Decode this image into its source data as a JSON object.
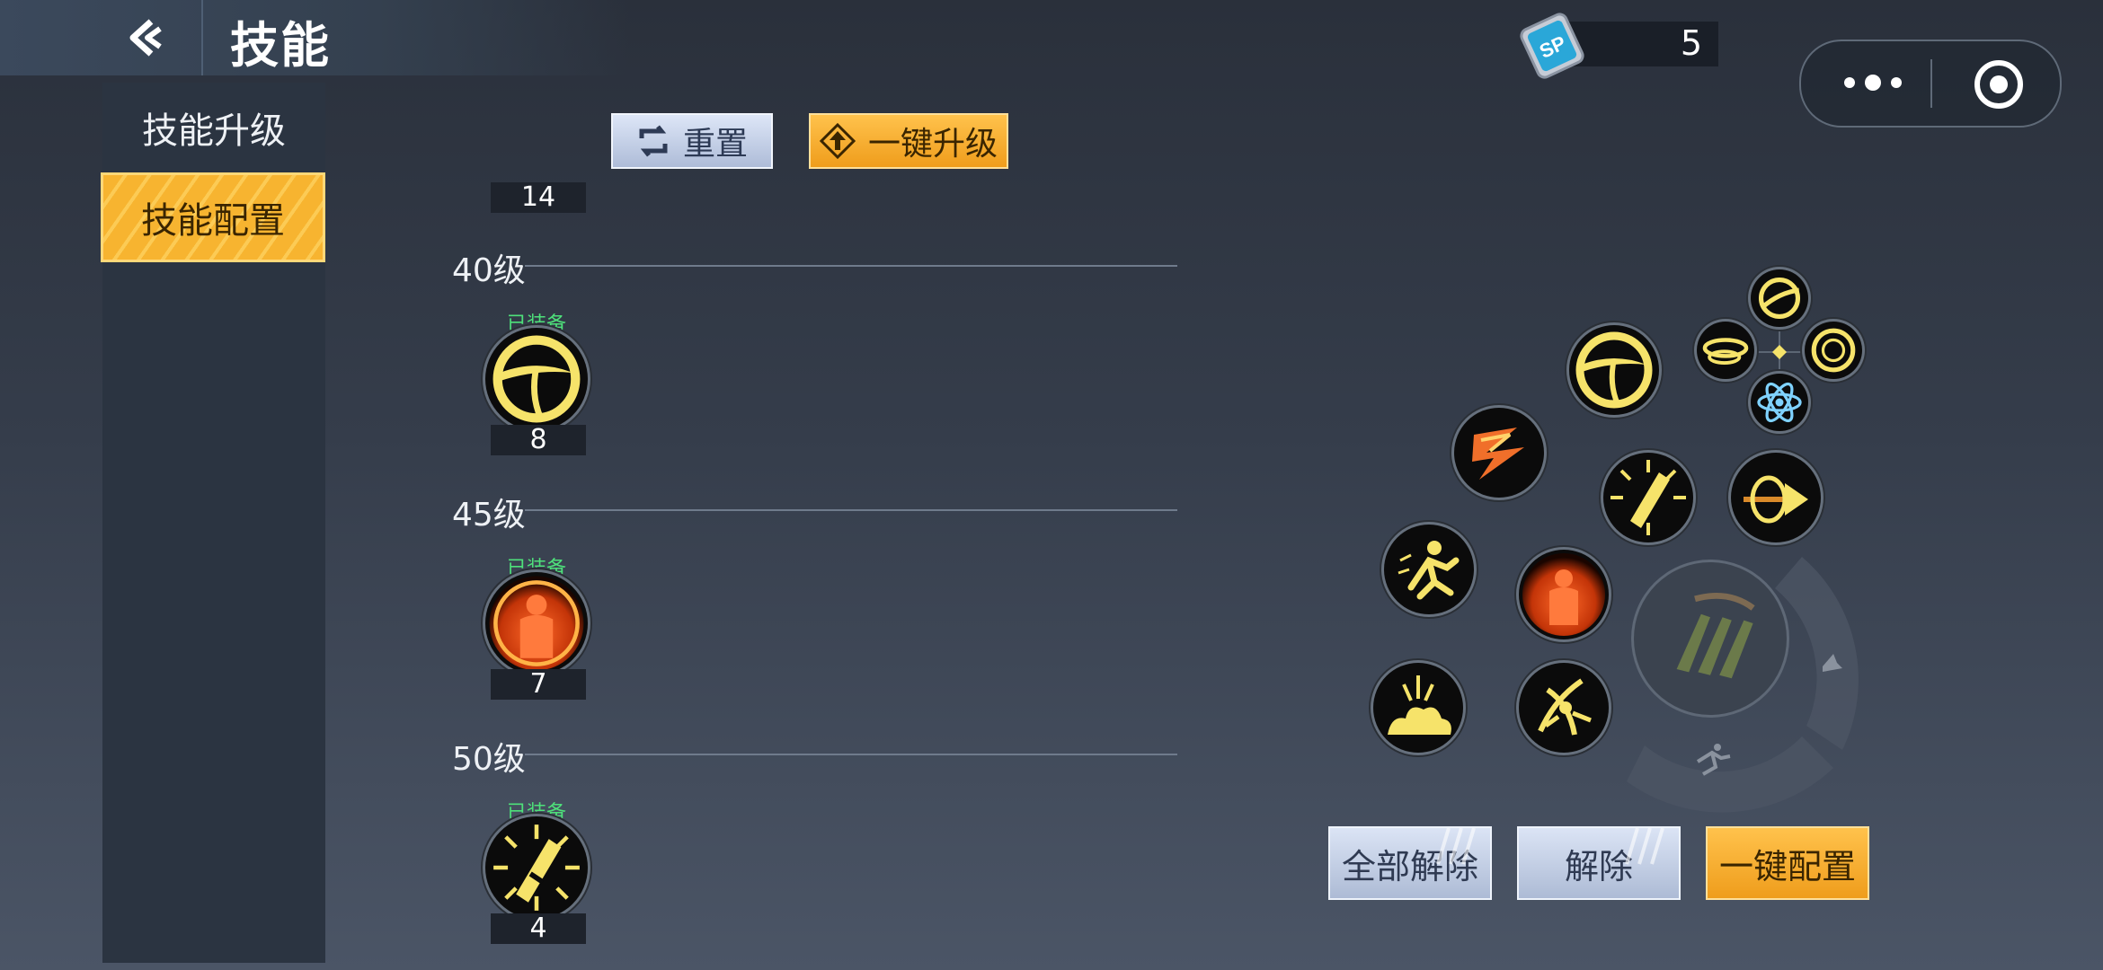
{
  "header": {
    "title": "技能"
  },
  "sp": {
    "value": "5",
    "icon_label": "SP"
  },
  "sidebar": {
    "items": [
      {
        "label": "技能升级"
      },
      {
        "label": "技能配置"
      }
    ]
  },
  "toolbar": {
    "reset_label": "重置",
    "upgrade_all_label": "一键升级"
  },
  "list": {
    "top_count": "14",
    "equipped_label": "已装备",
    "groups": [
      {
        "level": "40级",
        "count": "8",
        "icon": "crescent-slash-icon"
      },
      {
        "level": "45级",
        "count": "7",
        "icon": "fire-body-icon"
      },
      {
        "level": "50级",
        "count": "4",
        "icon": "sword-burst-icon"
      }
    ]
  },
  "actions": {
    "unequip_all_label": "全部解除",
    "unequip_label": "解除",
    "auto_config_label": "一键配置"
  },
  "colors": {
    "accent_gold": "#f7b430",
    "equipped_green": "#4ee07a",
    "button_blue": "#c3cfe6"
  }
}
